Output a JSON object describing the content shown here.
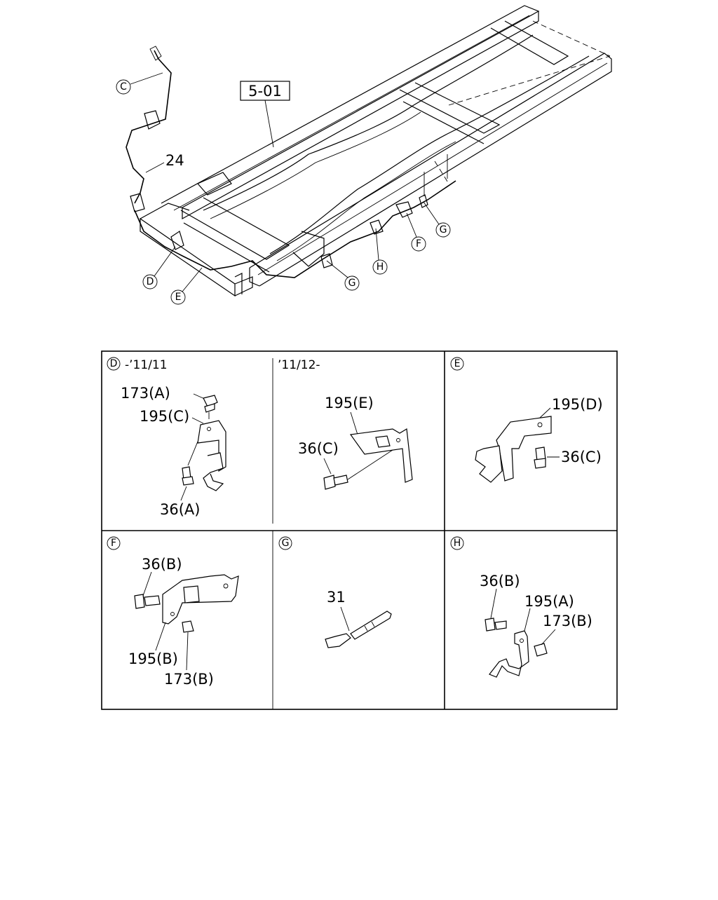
{
  "main": {
    "ref_box": "5-01",
    "labels": {
      "part24": "24"
    },
    "callouts": {
      "c": "C",
      "d": "D",
      "e": "E",
      "f": "F",
      "g1": "G",
      "g2": "G",
      "h": "H"
    }
  },
  "details": {
    "d": {
      "letter": "D",
      "left_title": "-’11/11",
      "right_title": "’11/12-",
      "left_labels": {
        "nut": "173(A)",
        "bracket": "195(C)",
        "bolt": "36(A)"
      },
      "right_labels": {
        "bracket": "195(E)",
        "bolt": "36(C)"
      }
    },
    "e": {
      "letter": "E",
      "labels": {
        "bracket": "195(D)",
        "bolt": "36(C)"
      }
    },
    "f": {
      "letter": "F",
      "labels": {
        "bolt": "36(B)",
        "bracket": "195(B)",
        "nut": "173(B)"
      }
    },
    "g": {
      "letter": "G",
      "labels": {
        "clip": "31"
      }
    },
    "h": {
      "letter": "H",
      "labels": {
        "bolt": "36(B)",
        "bracket": "195(A)",
        "nut": "173(B)"
      }
    }
  }
}
